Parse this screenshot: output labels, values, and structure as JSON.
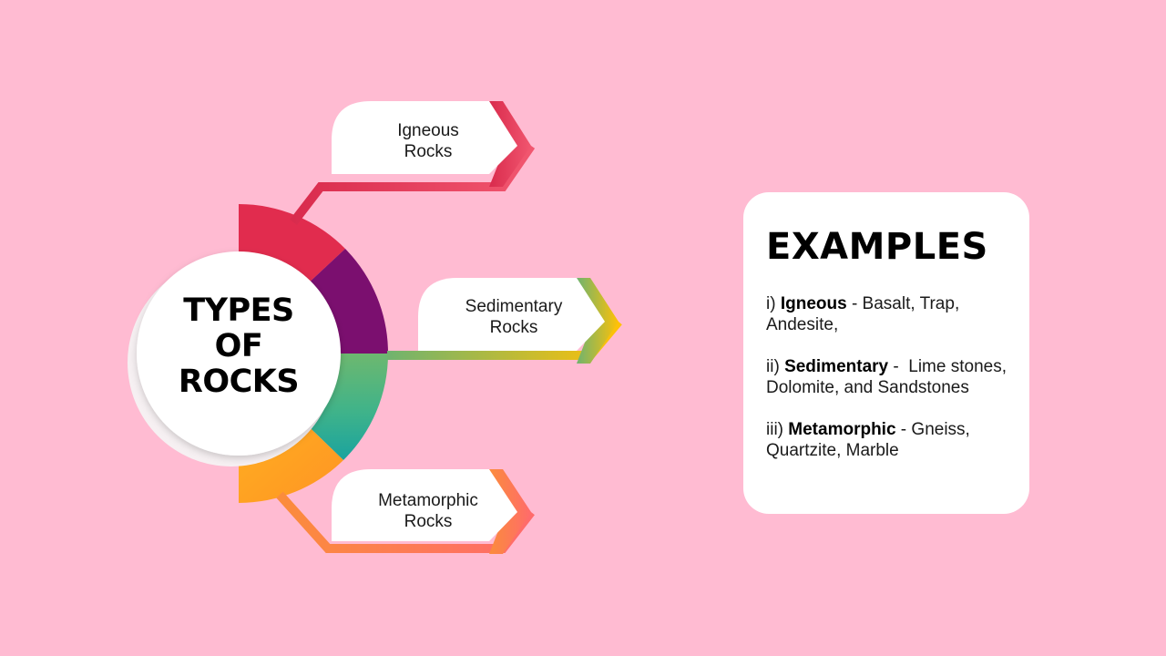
{
  "center": {
    "title": "TYPES\nOF\nROCKS"
  },
  "branches": [
    {
      "label": "Igneous\nRocks",
      "color_start": "#d92b4d",
      "color_end": "#f1566f"
    },
    {
      "label": "Sedimentary\nRocks",
      "color_start": "#6fb36f",
      "color_end": "#ffc107"
    },
    {
      "label": "Metamorphic\nRocks",
      "color_start": "#fb8c3c",
      "color_end": "#ff6b6b"
    }
  ],
  "ring_colors": {
    "crimson": "#e12c4e",
    "purple": "#7b0f6f",
    "green": "#5db878",
    "teal": "#2aa89a",
    "orange": "#ffa01f"
  },
  "examples": {
    "title": "EXAMPLES",
    "items": [
      {
        "prefix": "i) ",
        "name": "Igneous",
        "text": " - Basalt, Trap, Andesite,"
      },
      {
        "prefix": "ii) ",
        "name": "Sedimentary",
        "text": " -  Lime stones, Dolomite, and Sandstones"
      },
      {
        "prefix": "iii) ",
        "name": "Metamorphic",
        "text": " - Gneiss, Quartzite, Marble"
      }
    ]
  }
}
